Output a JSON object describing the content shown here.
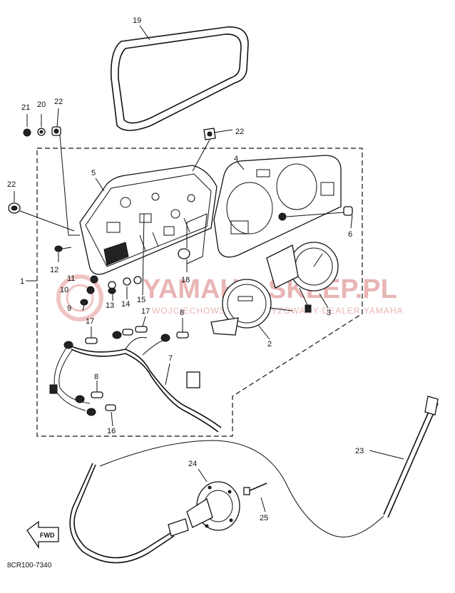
{
  "diagram": {
    "code": "8CR100-7340",
    "fwd_label": "FWD",
    "watermark": {
      "main": "YAMAHA-SKLEP.PL",
      "sub": "WOJCIECHOWSKI AUTORYZOWANY DEALER YAMAHA"
    },
    "callouts": [
      {
        "id": "1",
        "text": "1"
      },
      {
        "id": "2",
        "text": "2"
      },
      {
        "id": "3",
        "text": "3"
      },
      {
        "id": "4",
        "text": "4"
      },
      {
        "id": "5",
        "text": "5"
      },
      {
        "id": "6",
        "text": "6"
      },
      {
        "id": "7",
        "text": "7"
      },
      {
        "id": "8a",
        "text": "8"
      },
      {
        "id": "8b",
        "text": "8"
      },
      {
        "id": "9",
        "text": "9"
      },
      {
        "id": "10",
        "text": "10"
      },
      {
        "id": "11",
        "text": "11"
      },
      {
        "id": "12",
        "text": "12"
      },
      {
        "id": "13",
        "text": "13"
      },
      {
        "id": "14",
        "text": "14"
      },
      {
        "id": "15",
        "text": "15"
      },
      {
        "id": "16",
        "text": "16"
      },
      {
        "id": "17a",
        "text": "17"
      },
      {
        "id": "17b",
        "text": "17"
      },
      {
        "id": "18",
        "text": "18"
      },
      {
        "id": "19",
        "text": "19"
      },
      {
        "id": "20",
        "text": "20"
      },
      {
        "id": "21",
        "text": "21"
      },
      {
        "id": "22a",
        "text": "22"
      },
      {
        "id": "22b",
        "text": "22"
      },
      {
        "id": "22c",
        "text": "22"
      },
      {
        "id": "23",
        "text": "23"
      },
      {
        "id": "24",
        "text": "24"
      },
      {
        "id": "25",
        "text": "25"
      }
    ]
  }
}
